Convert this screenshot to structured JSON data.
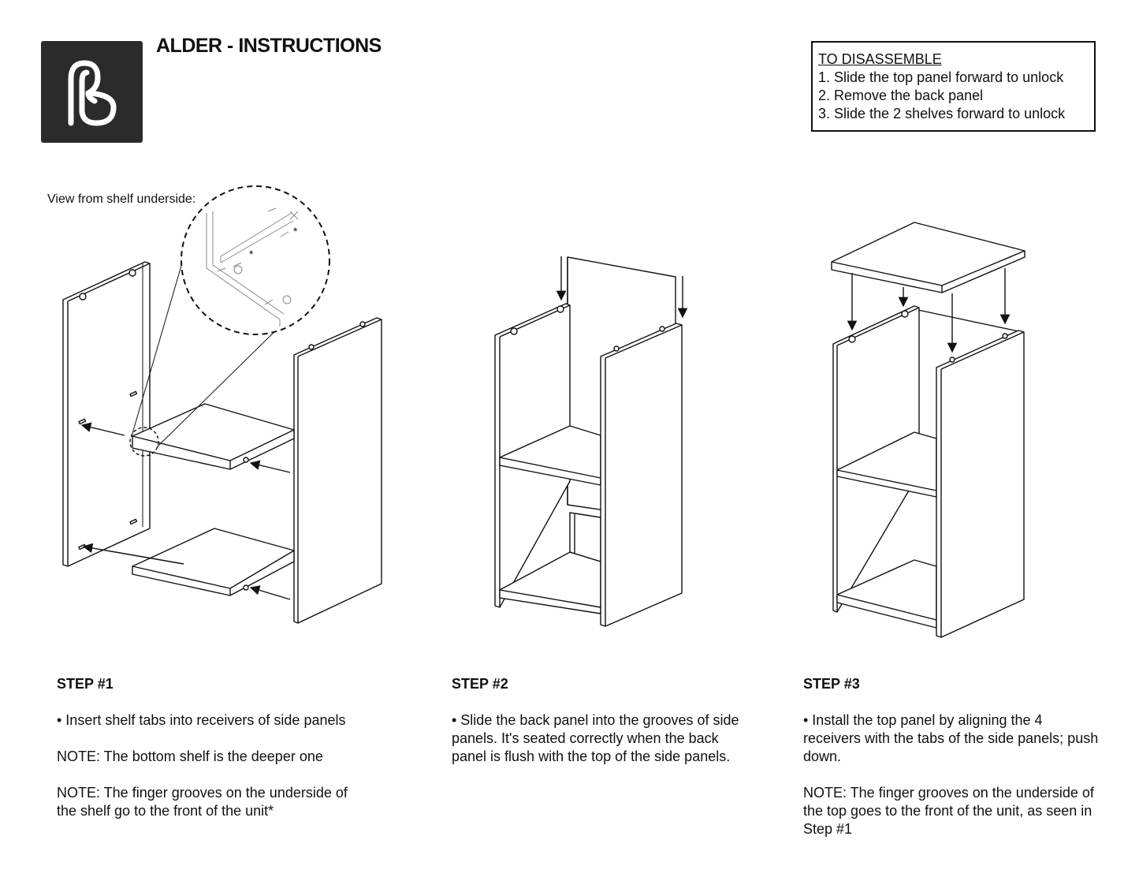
{
  "header": {
    "logo_icon": "brand-b-logo-icon",
    "title": "ALDER - INSTRUCTIONS"
  },
  "disassemble": {
    "heading": "TO DISASSEMBLE",
    "items": [
      "1. Slide the top panel forward to unlock",
      "2. Remove the back panel",
      "3. Slide the 2 shelves forward to unlock"
    ]
  },
  "illustration": {
    "inset_label": "View from shelf underside:",
    "inset_marker": "*"
  },
  "steps": [
    {
      "title": "STEP #1",
      "paragraphs": [
        "• Insert shelf tabs into receivers of side panels",
        "NOTE: The bottom shelf is the deeper one",
        "NOTE: The finger grooves on the underside of the shelf go to the front of the unit*"
      ]
    },
    {
      "title": "STEP #2",
      "paragraphs": [
        "• Slide the back panel into the grooves of side panels. It's seated correctly when the back panel is flush with the top of the side panels."
      ]
    },
    {
      "title": "STEP #3",
      "paragraphs": [
        "• Install the top panel by aligning the 4 receivers with the tabs of the side panels; push down.",
        "NOTE: The finger grooves on the underside of the top goes to the front of the unit, as seen in Step #1"
      ]
    }
  ]
}
